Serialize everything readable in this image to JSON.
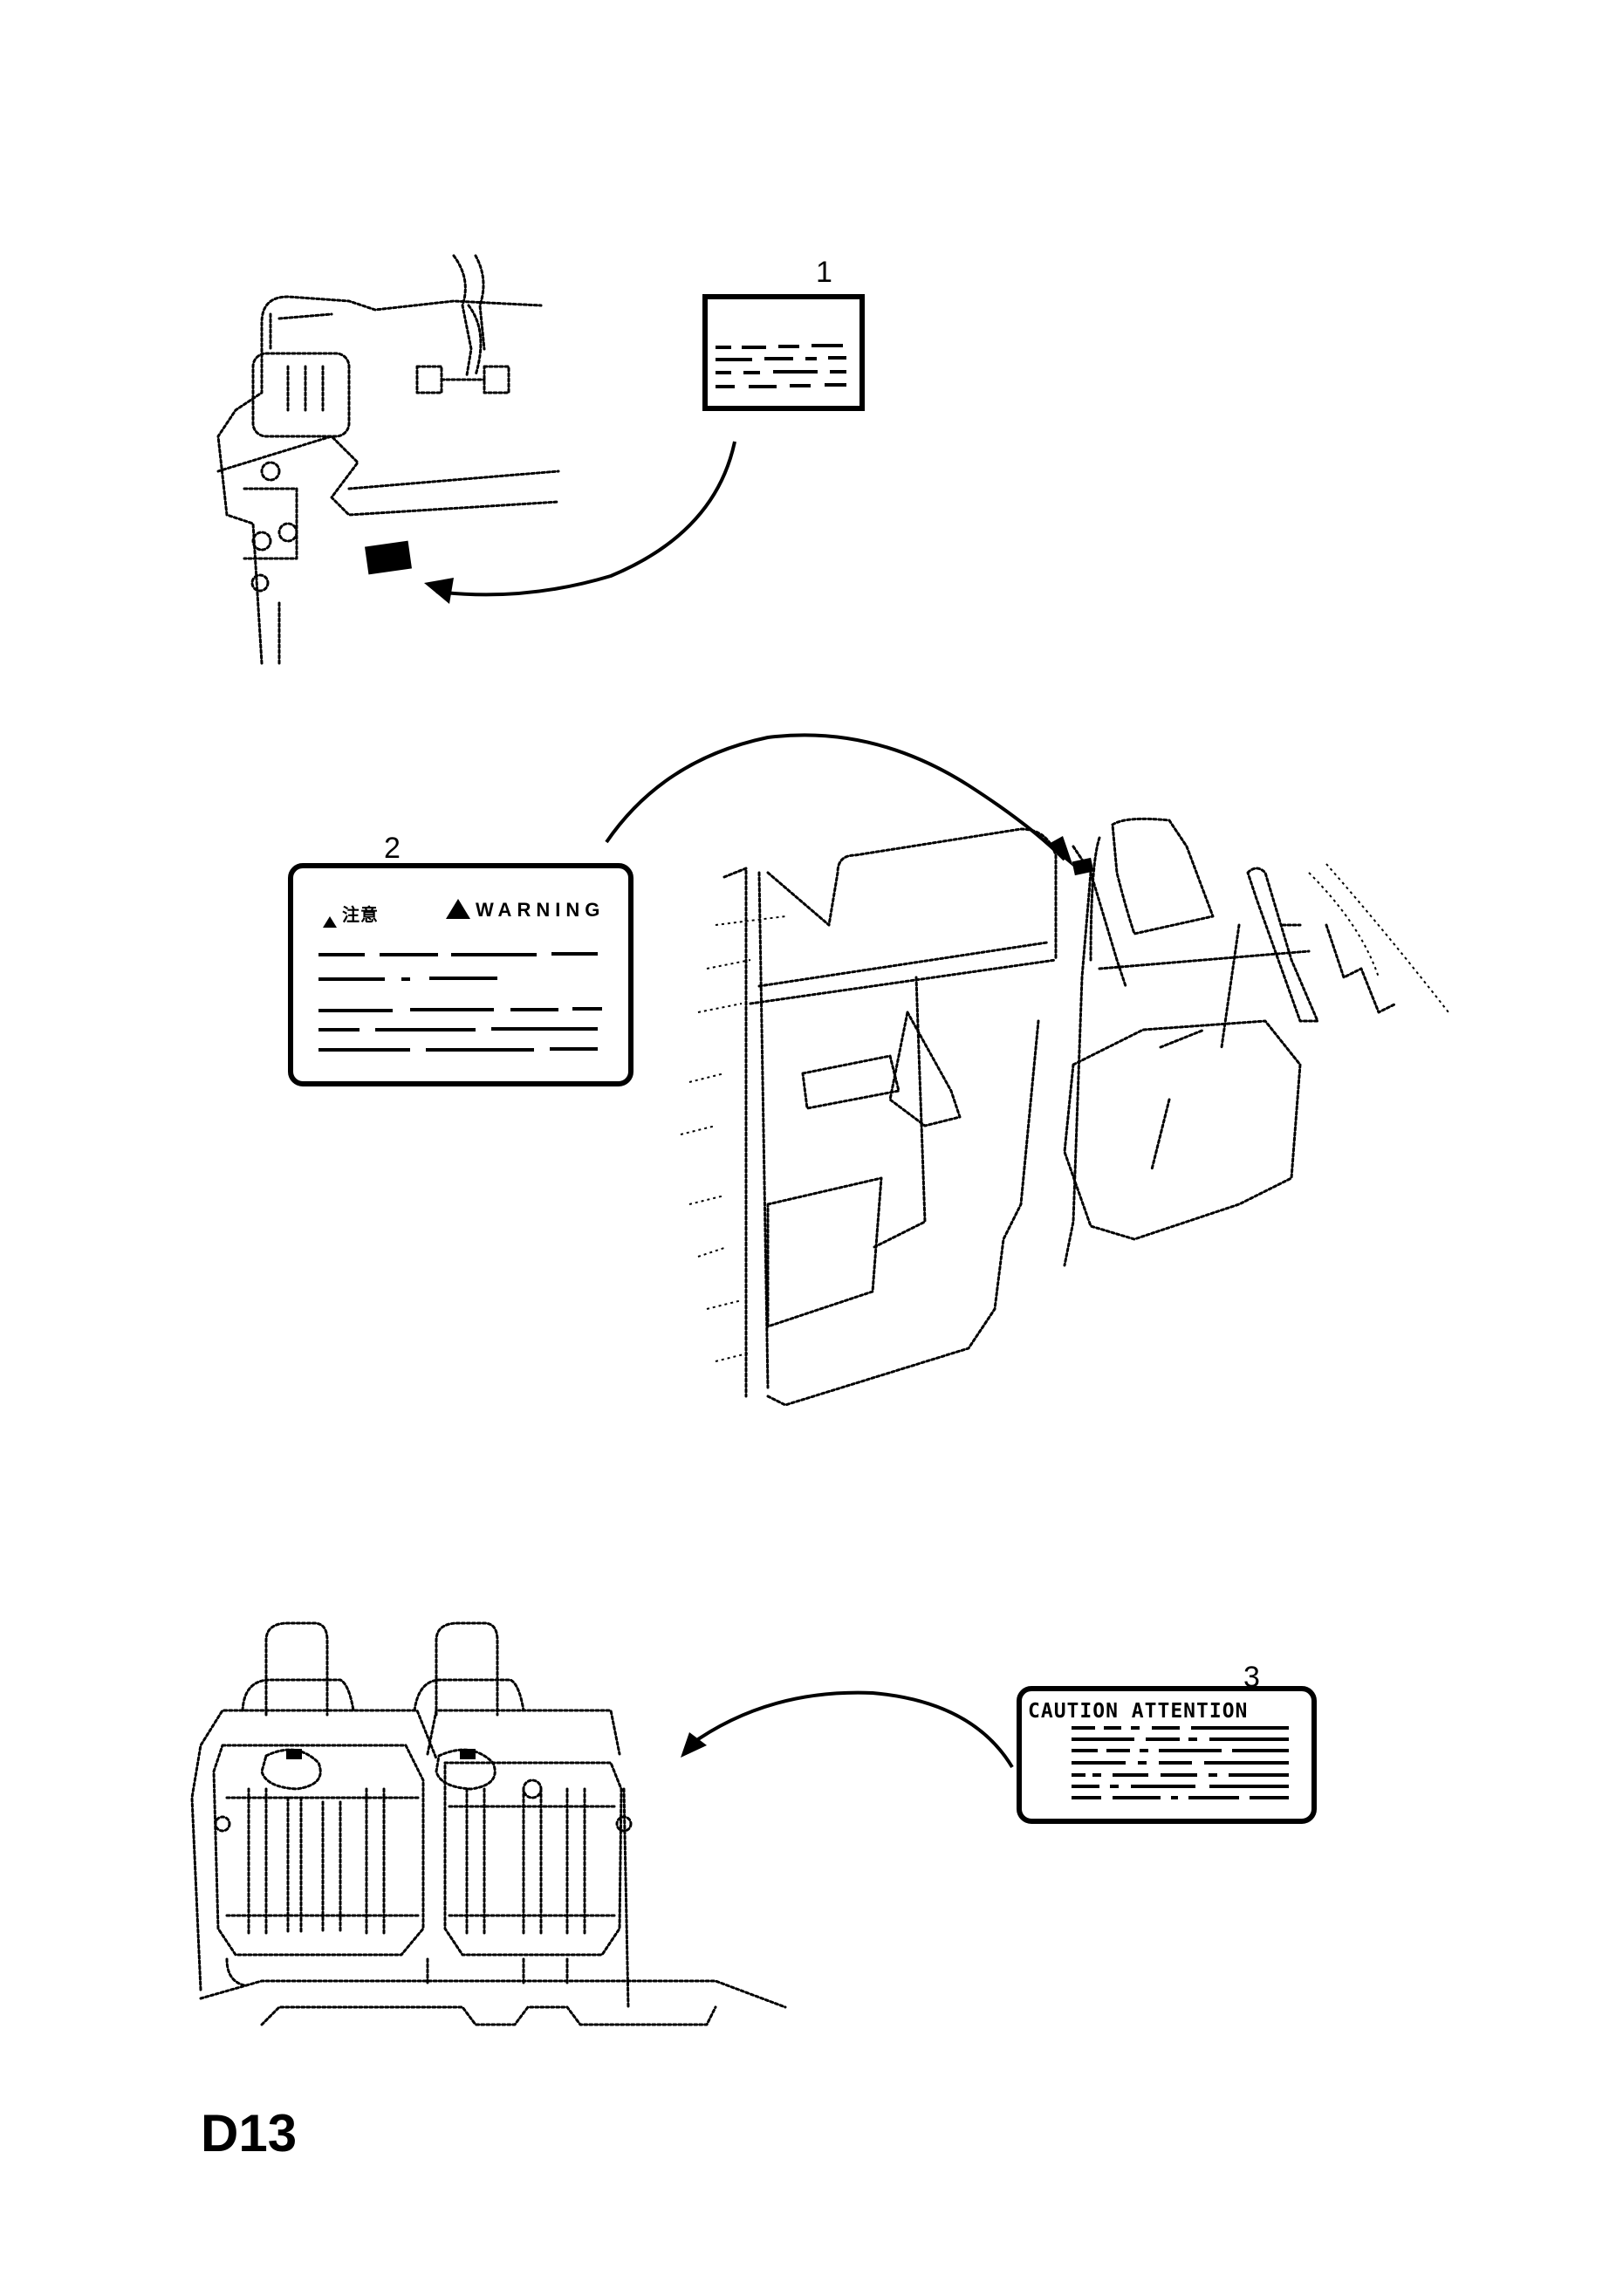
{
  "page": {
    "code": "D13",
    "background": "#ffffff",
    "ink": "#000000"
  },
  "callouts": [
    {
      "number": "1",
      "label_type": "blank-text-label",
      "heading": ""
    },
    {
      "number": "2",
      "label_type": "warning-label",
      "heading_left": "注意",
      "heading_right": "WARNING",
      "icon": "warning-triangle-icon"
    },
    {
      "number": "3",
      "label_type": "caution-label",
      "heading": "CAUTION ATTENTION"
    }
  ],
  "views": [
    {
      "name": "seat-belt-anchor-view",
      "callout": "1"
    },
    {
      "name": "rear-door-interior-view",
      "callout": "2"
    },
    {
      "name": "rear-seat-back-view",
      "callout": "3"
    }
  ]
}
